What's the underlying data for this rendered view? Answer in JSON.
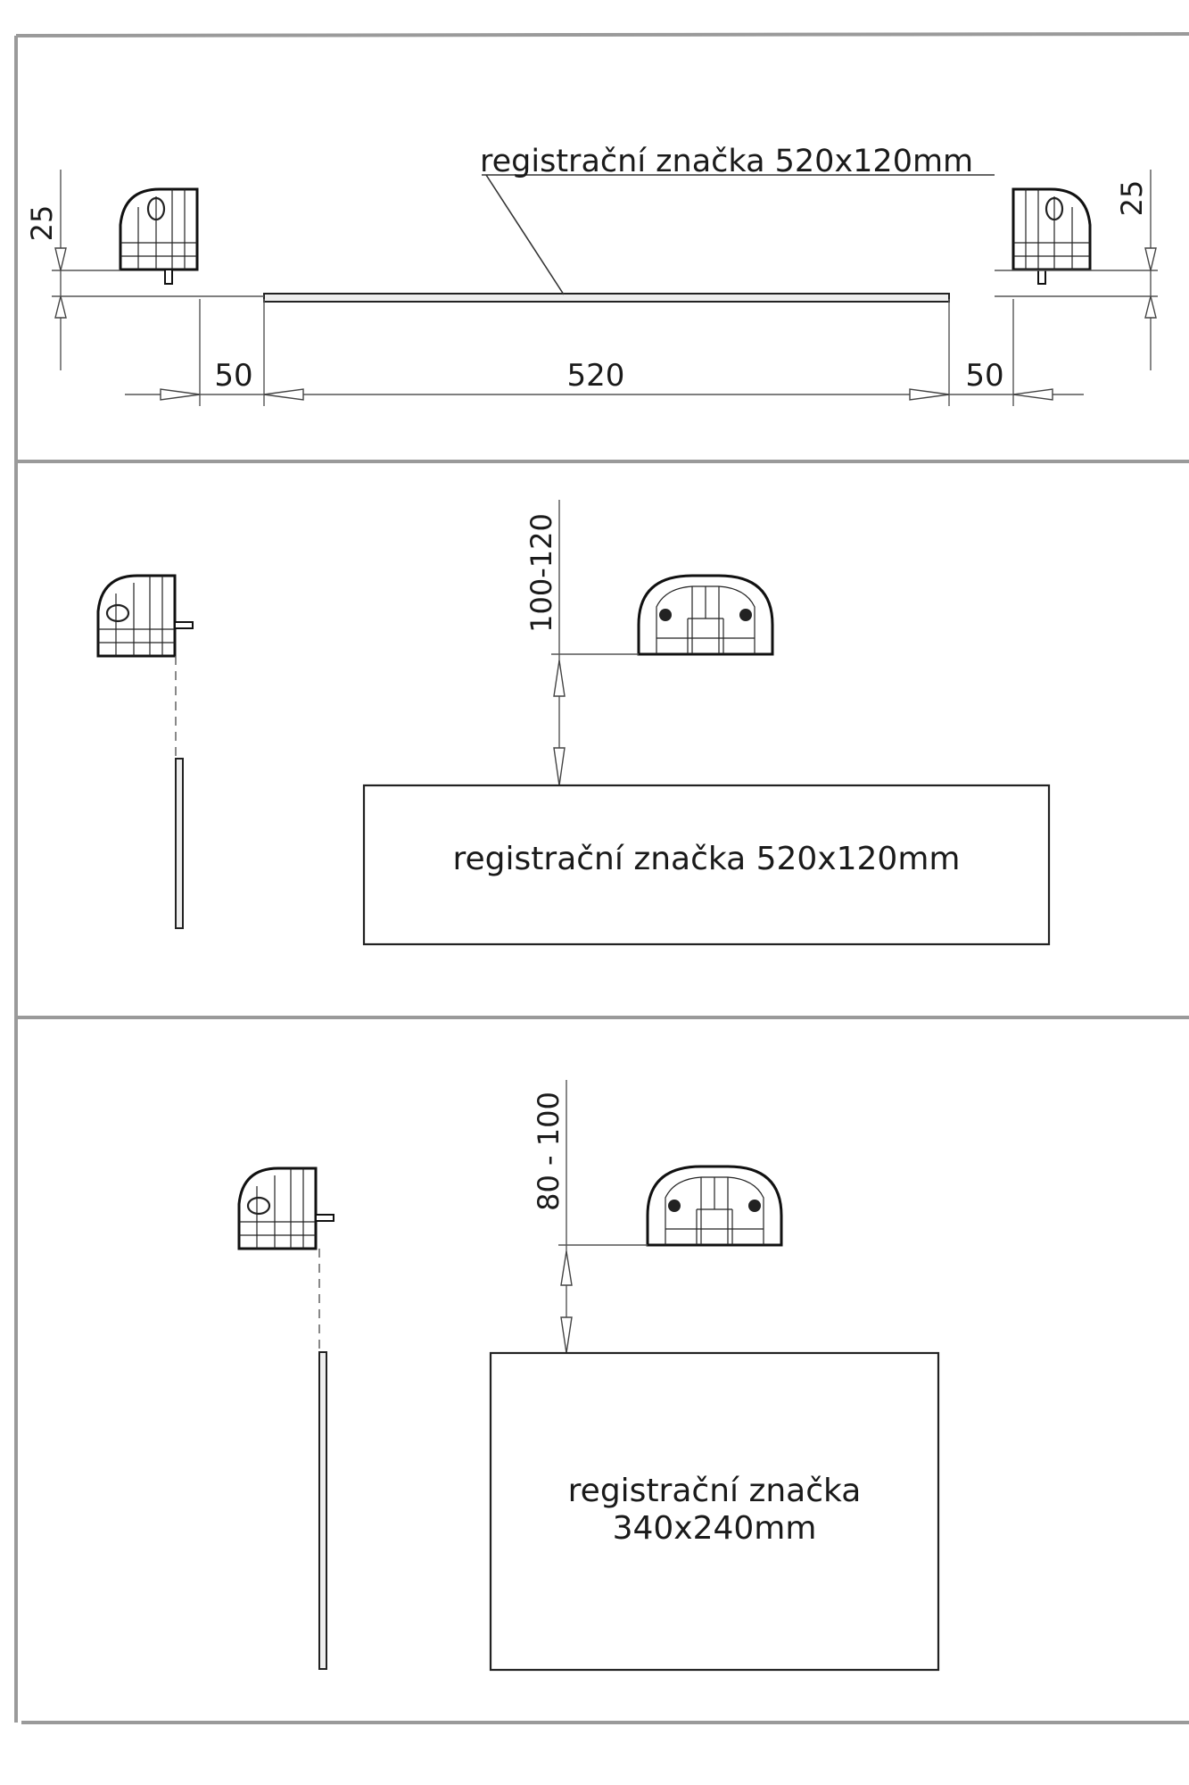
{
  "plate_label_top": "registrační značka 520x120mm",
  "dim_top_left": "25",
  "dim_top_right": "25",
  "dim_width_left": "50",
  "dim_width_center": "520",
  "dim_width_right": "50",
  "dim_middle_vertical": "100-120",
  "plate_label_middle": "registrační značka 520x120mm",
  "dim_bottom_vertical": "80 - 100",
  "plate_label_bottom_line1": "registrační značka",
  "plate_label_bottom_line2": "340x240mm"
}
